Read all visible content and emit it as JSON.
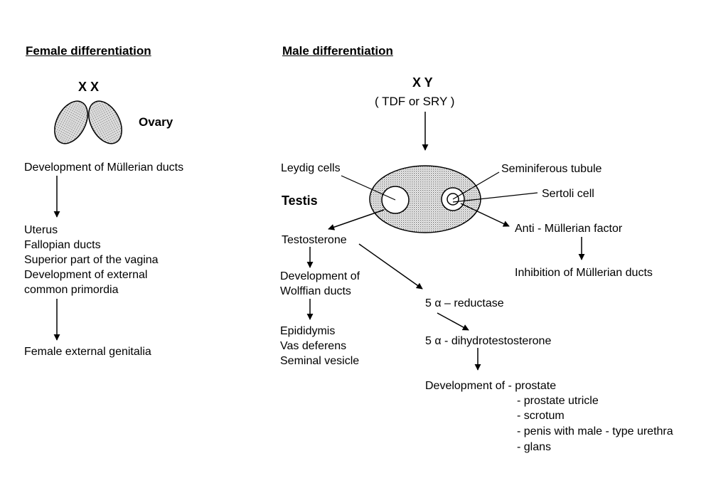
{
  "female": {
    "heading": "Female differentiation",
    "chromosomes": "X X",
    "organ": "Ovary",
    "step1": "Development of Müllerian ducts",
    "outcomes": [
      "Uterus",
      "Fallopian ducts",
      "Superior part of the vagina",
      "Development of external",
      "common primordia"
    ],
    "final": "Female external genitalia"
  },
  "male": {
    "heading": "Male differentiation",
    "chromosomes": "X Y",
    "gene": "( TDF or SRY )",
    "organ": "Testis",
    "leydig": "Leydig cells",
    "seminiferous": "Seminiferous tubule",
    "sertoli": "Sertoli cell",
    "amh": "Anti - Müllerian factor",
    "inhibition": "Inhibition of Müllerian ducts",
    "testosterone": "Testosterone",
    "wolffian": [
      "Development of",
      "Wolffian ducts"
    ],
    "wolffian_products": [
      "Epididymis",
      "Vas deferens",
      "Seminal vesicle"
    ],
    "reductase": "5 α – reductase",
    "dht": "5 α - dihydrotestosterone",
    "development": "Development of - prostate",
    "dht_products": [
      "- prostate utricle",
      "- scrotum",
      "- penis with male - type urethra",
      "- glans"
    ]
  },
  "colors": {
    "line": "#000000",
    "stipple": "#9a9a9a",
    "background": "#ffffff"
  }
}
